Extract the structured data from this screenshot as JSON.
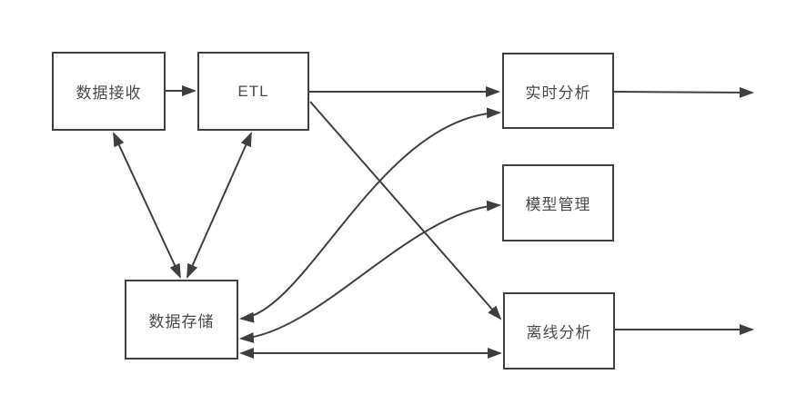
{
  "diagram": {
    "title": "",
    "type": "flowchart",
    "colors": {
      "background": "#ffffff",
      "box_border": "#3f3f3f",
      "line": "#3f3f3f",
      "text": "#4a4a4a"
    },
    "nodes": [
      {
        "id": "data-receive",
        "label": "数据接收"
      },
      {
        "id": "etl",
        "label": "ETL"
      },
      {
        "id": "realtime-analysis",
        "label": "实时分析"
      },
      {
        "id": "model-management",
        "label": "模型管理"
      },
      {
        "id": "data-storage",
        "label": "数据存储"
      },
      {
        "id": "offline-analysis",
        "label": "离线分析"
      }
    ],
    "edges": [
      {
        "from": "数据接收",
        "to": "ETL",
        "bidirectional": false,
        "style": "straight"
      },
      {
        "from": "ETL",
        "to": "实时分析",
        "bidirectional": false,
        "style": "straight"
      },
      {
        "from": "实时分析",
        "to": "external-right",
        "bidirectional": false,
        "style": "straight"
      },
      {
        "from": "数据接收",
        "to": "数据存储",
        "bidirectional": true,
        "style": "straight"
      },
      {
        "from": "ETL",
        "to": "数据存储",
        "bidirectional": true,
        "style": "straight"
      },
      {
        "from": "ETL",
        "to": "离线分析",
        "bidirectional": false,
        "style": "straight"
      },
      {
        "from": "数据存储",
        "to": "实时分析",
        "bidirectional": true,
        "style": "curved"
      },
      {
        "from": "数据存储",
        "to": "模型管理",
        "bidirectional": true,
        "style": "curved"
      },
      {
        "from": "数据存储",
        "to": "离线分析",
        "bidirectional": true,
        "style": "straight"
      },
      {
        "from": "离线分析",
        "to": "external-right",
        "bidirectional": false,
        "style": "straight"
      }
    ]
  }
}
